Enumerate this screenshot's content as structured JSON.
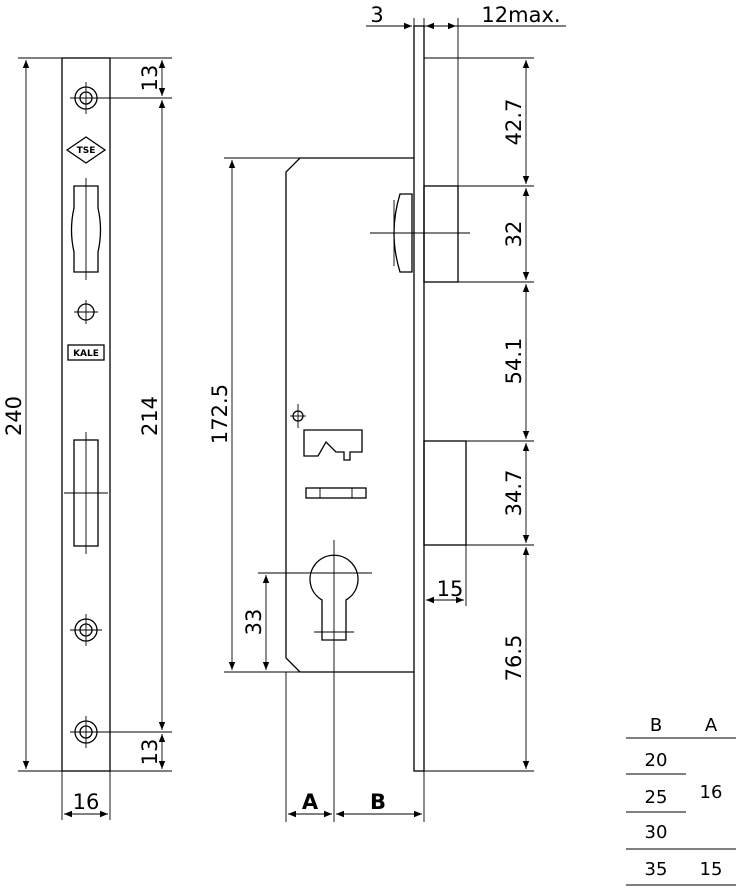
{
  "diagram": {
    "front_view": {
      "height_total": "240",
      "height_between_holes": "214",
      "top_offset": "13",
      "bottom_offset": "13",
      "width": "16",
      "logos": [
        "TSE",
        "KALE"
      ]
    },
    "side_view": {
      "backset_depth": "172.5",
      "cylinder_height": "33",
      "faceplate_thickness": "3",
      "latch_projection": "12max.",
      "dims_right": [
        "42.7",
        "32",
        "54.1",
        "34.7",
        "76.5"
      ],
      "bolt_offset": "15",
      "label_a": "A",
      "label_b": "B"
    },
    "table": {
      "headers": [
        "B",
        "A"
      ],
      "rows": [
        {
          "b": "20",
          "a": ""
        },
        {
          "b": "25",
          "a": "16"
        },
        {
          "b": "30",
          "a": ""
        },
        {
          "b": "35",
          "a": "15"
        }
      ]
    }
  }
}
